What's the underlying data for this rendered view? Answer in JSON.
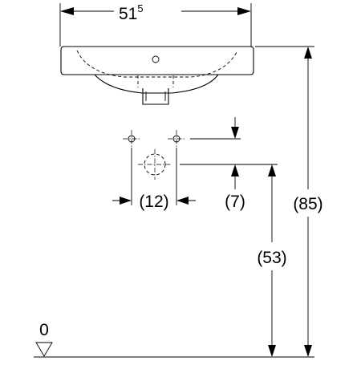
{
  "dimensions": {
    "width": {
      "main": "51",
      "superscript": "5"
    },
    "hole_spacing": "(12)",
    "hole_offset": "(7)",
    "outlet_height": "(53)",
    "total_height": "(85)",
    "floor_level": "0"
  }
}
